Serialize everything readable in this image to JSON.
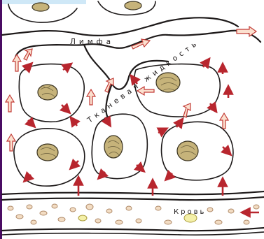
{
  "labels": {
    "lymph": "Лимфа",
    "tissue_fluid": "Тканевая жидкость",
    "blood": "Кровь"
  },
  "colors": {
    "outline": "#1e1a1a",
    "filled_arrow": "#b8262e",
    "hollow_arrow_stroke": "#c23b36",
    "hollow_arrow_fill": "#fbe0cf",
    "left_edge_bar": "#4a0c63",
    "top_bar": "#cfe8f7"
  },
  "icons": {
    "filled_arrow": "red-filled-arrow-icon",
    "hollow_arrow": "hollow-arrow-icon",
    "cell": "tissue-cell-icon",
    "nucleus": "nucleus-icon",
    "red_blood_cell": "red-blood-cell-icon",
    "leukocyte": "leukocyte-icon"
  }
}
